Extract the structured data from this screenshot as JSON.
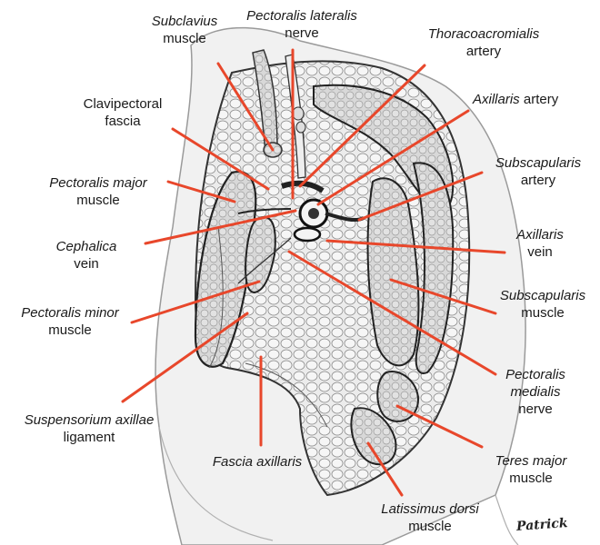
{
  "labels": {
    "subclavius": {
      "italic": "Subclavius",
      "rest": "muscle"
    },
    "pect_lat_nerve": {
      "italic": "Pectoralis lateralis",
      "rest": "nerve"
    },
    "thoracoacromialis": {
      "italic": "Thoracoacromialis",
      "rest": "artery"
    },
    "clavipectoral": {
      "line1": "Clavipectoral",
      "line2": "fascia"
    },
    "axillaris_artery": {
      "italic": "Axillaris",
      "rest": "artery"
    },
    "pect_major": {
      "italic": "Pectoralis major",
      "rest": "muscle"
    },
    "subscapularis_artery": {
      "italic": "Subscapularis",
      "rest": "artery"
    },
    "cephalica": {
      "italic": "Cephalica",
      "rest": "vein"
    },
    "axillaris_vein": {
      "italic": "Axillaris",
      "rest": "vein"
    },
    "pect_minor": {
      "italic": "Pectoralis minor",
      "rest": "muscle"
    },
    "subscapularis_muscle": {
      "italic": "Subscapularis",
      "rest": "muscle"
    },
    "pect_medialis": {
      "italic": "Pectoralis",
      "italic2": "medialis",
      "rest": "nerve"
    },
    "suspensorium": {
      "italic": "Suspensorium axillae",
      "rest": "ligament"
    },
    "teres_major": {
      "italic": "Teres major",
      "rest": "muscle"
    },
    "fascia_axillaris": {
      "italic": "Fascia axillaris"
    },
    "latissimus": {
      "italic": "Latissimus dorsi",
      "rest": "muscle"
    }
  },
  "signature": "Patrick",
  "colors": {
    "leader": "#e8472b",
    "outline": "#333333",
    "fill": "#e9e9e9",
    "muscle": "#cfcfcf"
  }
}
